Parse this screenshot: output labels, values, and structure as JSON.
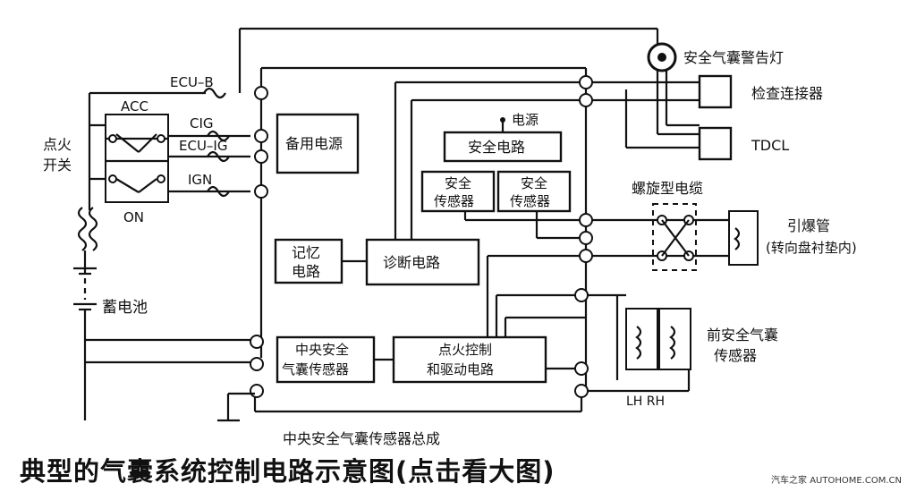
{
  "caption": "典型的气囊系统控制电路示意图(点击看大图)",
  "watermark": "汽车之家  AUTOHOME.COM.CN",
  "labels": {
    "ignition_switch": [
      "点火",
      "开关"
    ],
    "acc": "ACC",
    "on": "ON",
    "ecu_b": "ECU–B",
    "cig": "CIG",
    "ecu_ig": "ECU–IG",
    "ign": "IGN",
    "battery": "蓄电池",
    "backup_power": "备用电源",
    "power_source": "电源",
    "safety_circuit": "安全电路",
    "safety_sensor": [
      "安全",
      "传感器"
    ],
    "memory_circuit": [
      "记忆",
      "电路"
    ],
    "diagnosis_circuit": "诊断电路",
    "center_airbag_sensor": [
      "中央安全",
      "气囊传感器"
    ],
    "ignition_control": [
      "点火控制",
      "和驱动电路"
    ],
    "center_sensor_assembly": "中央安全气囊传感器总成",
    "warning_lamp": "安全气囊警告灯",
    "check_connector": "检查连接器",
    "tdcl": "TDCL",
    "spiral_cable": "螺旋型电缆",
    "detonator": [
      "引爆管",
      "(转向盘衬垫内)"
    ],
    "front_sensor": [
      "前安全气囊",
      "传感器"
    ],
    "lh_rh": "LH  RH"
  }
}
